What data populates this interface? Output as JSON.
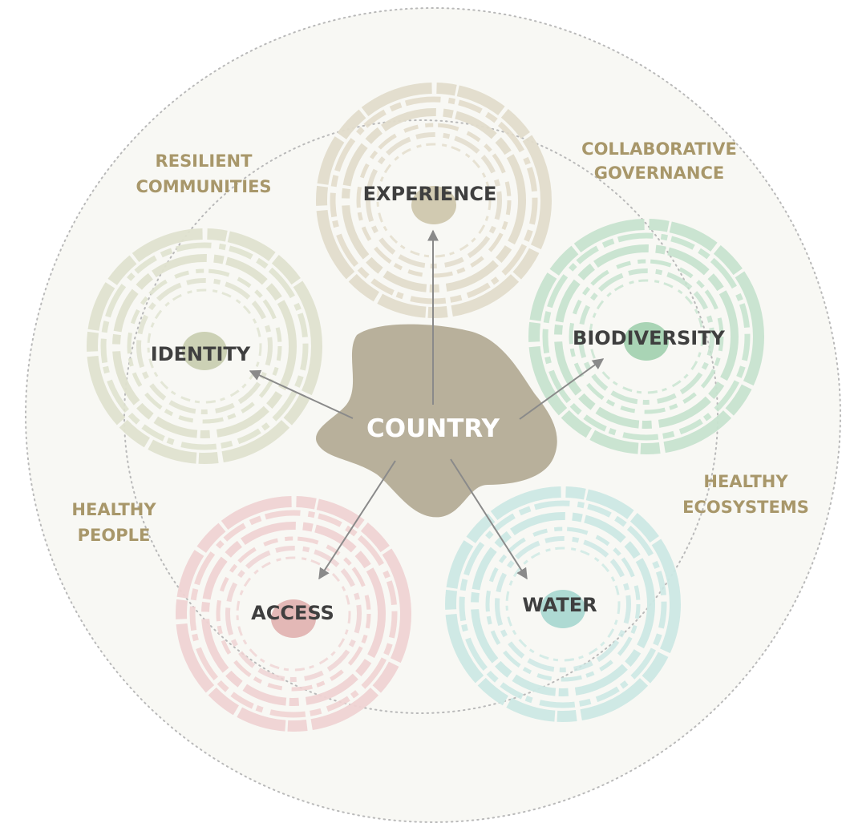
{
  "diagram": {
    "center": {
      "label": "COUNTRY",
      "color": "#b8b09b"
    },
    "nodes": [
      {
        "id": "experience",
        "label": "EXPERIENCE",
        "color": "#e2dccb",
        "core": "#cfc7ad"
      },
      {
        "id": "identity",
        "label": "IDENTITY",
        "color": "#dfe2cf",
        "core": "#c9cfb1"
      },
      {
        "id": "biodiversity",
        "label": "BIODIVERSITY",
        "color": "#c7e3cf",
        "core": "#a4d2b1"
      },
      {
        "id": "access",
        "label": "ACCESS",
        "color": "#efd3d3",
        "core": "#e1b4b2"
      },
      {
        "id": "water",
        "label": "WATER",
        "color": "#cce8e4",
        "core": "#aad8d1"
      }
    ],
    "themes": [
      {
        "id": "resilient-communities",
        "lines": [
          "RESILIENT",
          "COMMUNITIES"
        ]
      },
      {
        "id": "collaborative-governance",
        "lines": [
          "COLLABORATIVE",
          "GOVERNANCE"
        ]
      },
      {
        "id": "healthy-people",
        "lines": [
          "HEALTHY",
          "PEOPLE"
        ]
      },
      {
        "id": "healthy-ecosystems",
        "lines": [
          "HEALTHY",
          "ECOSYSTEMS"
        ]
      }
    ],
    "colors": {
      "outer_fill": "#f8f8f4",
      "dotted_line": "#b9b9b9",
      "arrow": "#8a8a8a",
      "node_text": "#3f3f3f",
      "theme_text": "#a8976a"
    }
  }
}
